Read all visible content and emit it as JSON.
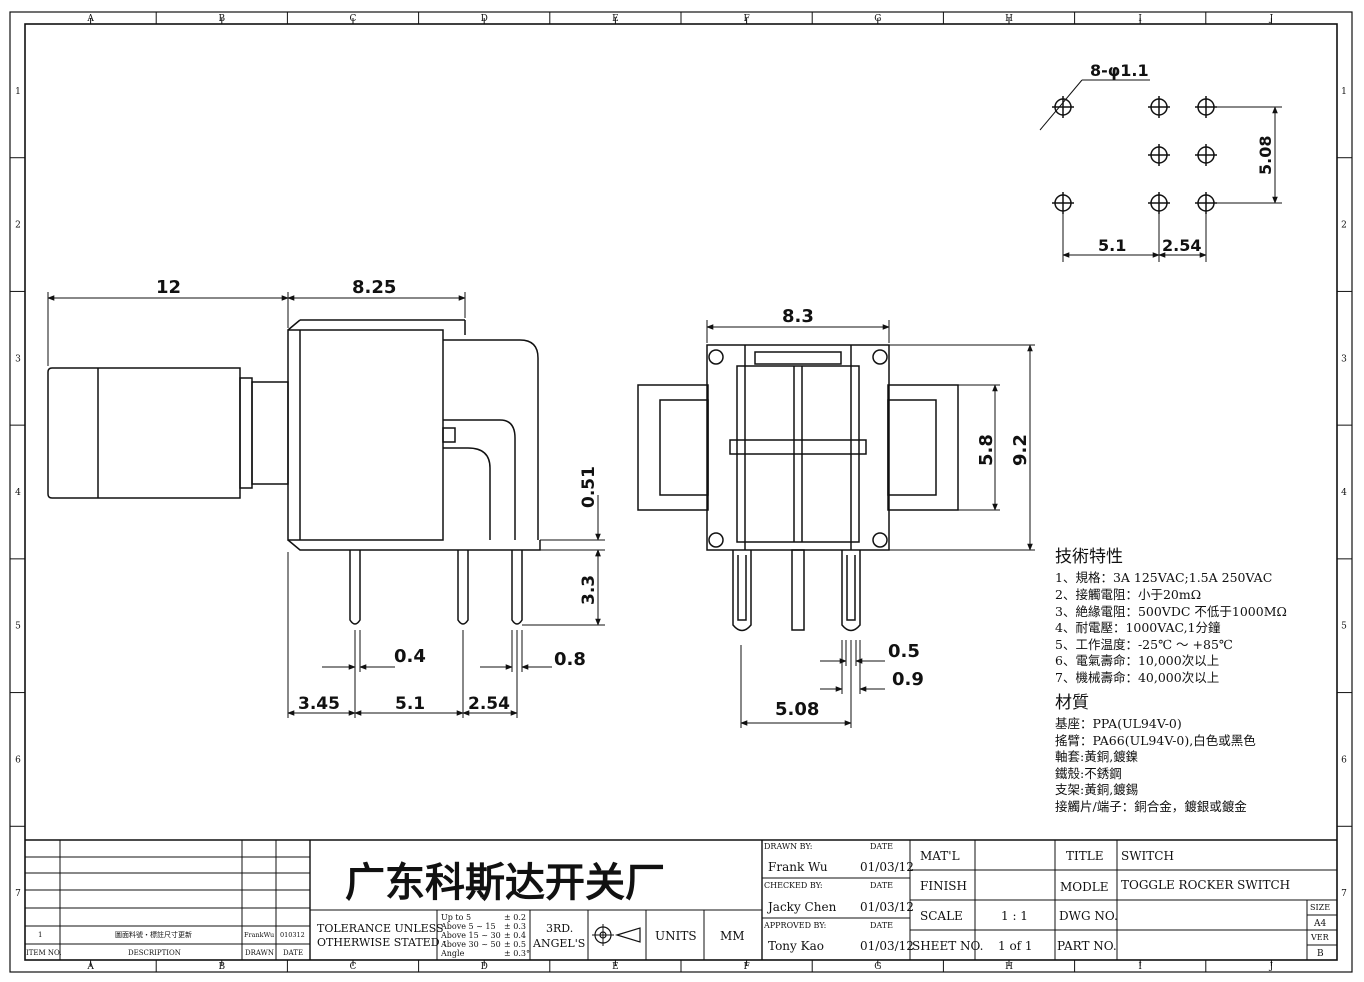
{
  "border": {
    "columns": [
      "A",
      "B",
      "C",
      "D",
      "E",
      "F",
      "G",
      "H",
      "I",
      "J"
    ],
    "rows": [
      "1",
      "2",
      "3",
      "4",
      "5",
      "6",
      "7"
    ]
  },
  "hole_pattern": {
    "holes_label": "8-φ1.1",
    "dim_height": "5.08",
    "dim_left": "5.1",
    "dim_right": "2.54"
  },
  "side_view": {
    "dim_length": "12",
    "dim_body": "8.25",
    "dim_offset": "0.51",
    "dim_pin_length": "3.3",
    "dim_pin_width": "0.4",
    "dim_pin_thick": "0.8",
    "dim_bottom": [
      "3.45",
      "5.1",
      "2.54"
    ]
  },
  "front_view": {
    "dim_width": "8.3",
    "dim_inner_height": "5.8",
    "dim_height": "9.2",
    "dim_pin1": "0.5",
    "dim_pin2": "0.9",
    "dim_pitch": "5.08"
  },
  "specs": {
    "heading": "技術特性",
    "items": [
      "1、規格：3A 125VAC;1.5A 250VAC",
      "2、接觸電阻：小于20mΩ",
      "3、絶緣電阻：500VDC 不低于1000MΩ",
      "4、耐電壓：1000VAC,1分鐘",
      "5、工作温度：-25℃ ～ +85℃",
      "6、電氣壽命：10,000次以上",
      "7、機械壽命：40,000次以上"
    ],
    "material_heading": "材質",
    "materials": [
      "基座：PPA(UL94V-0)",
      "搖臂：PA66(UL94V-0),白色或黑色",
      "軸套:黃銅,鍍鎳",
      "鐵殼:不銹鋼",
      "支架:黃銅,鍍錫",
      "接觸片/端子：銅合金，鍍銀或鍍金"
    ]
  },
  "title_block": {
    "company": "广东科斯达开关厂",
    "revision": {
      "item": "1",
      "description": "圖面料號・標註尺寸更新",
      "drawn": "FrankWu",
      "date": "010312",
      "h_item": "ITEM NO.",
      "h_desc": "DESCRIPTION",
      "h_drawn": "DRAWN",
      "h_date": "DATE"
    },
    "tolerance": {
      "label1": "TOLERANCE UNLESS",
      "label2": "OTHERWISE STATED :",
      "ranges": [
        "Up to 5",
        "Above 5 ~ 15",
        "Above 15 ~ 30",
        "Above 30 ~ 50",
        "Angle"
      ],
      "values": [
        "± 0.2",
        "± 0.3",
        "± 0.4",
        "± 0.5",
        "± 0.3°"
      ]
    },
    "angle": {
      "l1": "3RD.",
      "l2": "ANGEL'S"
    },
    "units_label": "UNITS",
    "units_value": "MM",
    "drawn_by": {
      "label": "DRAWN BY:",
      "name": "Frank Wu",
      "date_label": "DATE",
      "date": "01/03/12"
    },
    "checked_by": {
      "label": "CHECKED BY:",
      "name": "Jacky Chen",
      "date_label": "DATE",
      "date": "01/03/12"
    },
    "approved_by": {
      "label": "APPROVED BY:",
      "name": "Tony Kao",
      "date_label": "DATE",
      "date": "01/03/12"
    },
    "matl_label": "MAT'L",
    "finish_label": "FINISH",
    "scale_label": "SCALE",
    "scale_value": "1 : 1",
    "sheet_label": "SHEET NO.",
    "sheet_value": "1 of 1",
    "title_label": "TITLE",
    "title_value": "SWITCH",
    "model_label": "MODLE",
    "model_value": "TOGGLE ROCKER SWITCH",
    "dwg_label": "DWG NO.",
    "part_label": "PART NO.",
    "size_label": "SIZE",
    "size_value": "A4",
    "ver_label": "VER",
    "ver_value": "B"
  }
}
